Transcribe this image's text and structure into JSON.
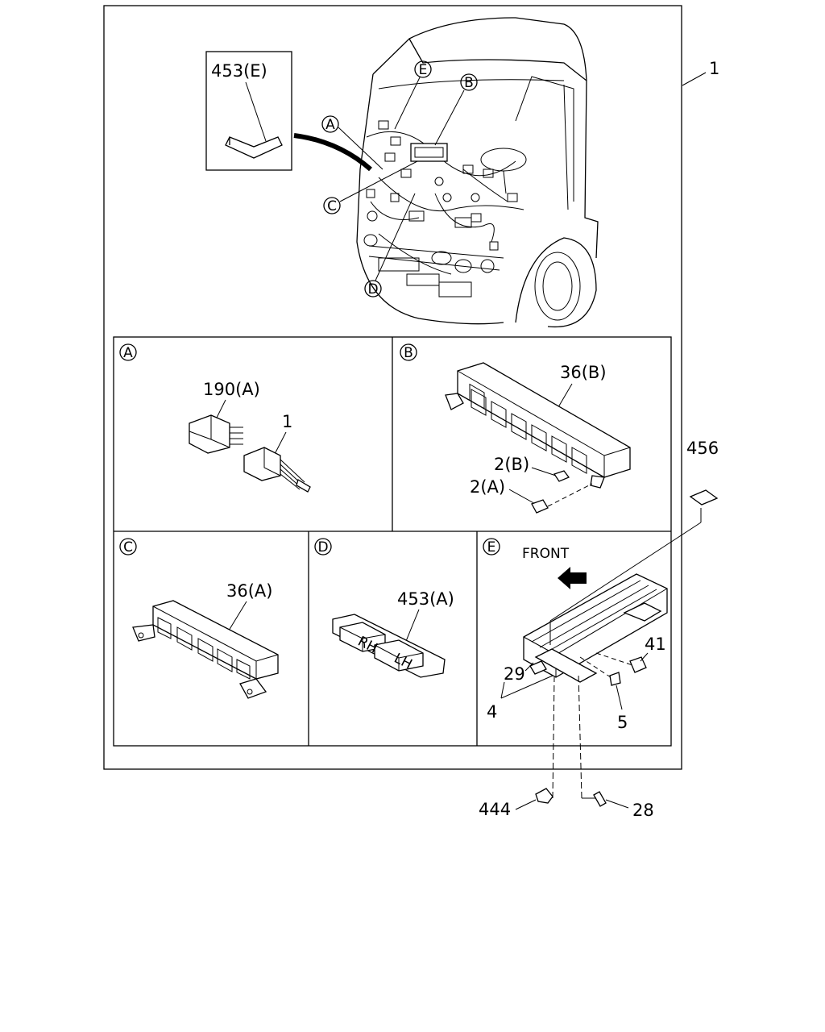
{
  "main": {
    "part_main": "1",
    "inset_label": "453(E)",
    "markers": [
      "A",
      "B",
      "C",
      "D",
      "E"
    ]
  },
  "panels": {
    "a": {
      "marker": "A",
      "labels": [
        "190(A)",
        "1"
      ]
    },
    "b": {
      "marker": "B",
      "labels": [
        "36(B)",
        "2(B)",
        "2(A)"
      ]
    },
    "c": {
      "marker": "C",
      "labels": [
        "36(A)"
      ]
    },
    "d": {
      "marker": "D",
      "labels": [
        "453(A)"
      ],
      "tape_text": [
        "RH",
        "LH"
      ]
    },
    "e": {
      "marker": "E",
      "front": "FRONT",
      "labels": [
        "41",
        "29",
        "4",
        "5"
      ]
    }
  },
  "outside": {
    "labels": [
      "456",
      "444",
      "28"
    ]
  }
}
